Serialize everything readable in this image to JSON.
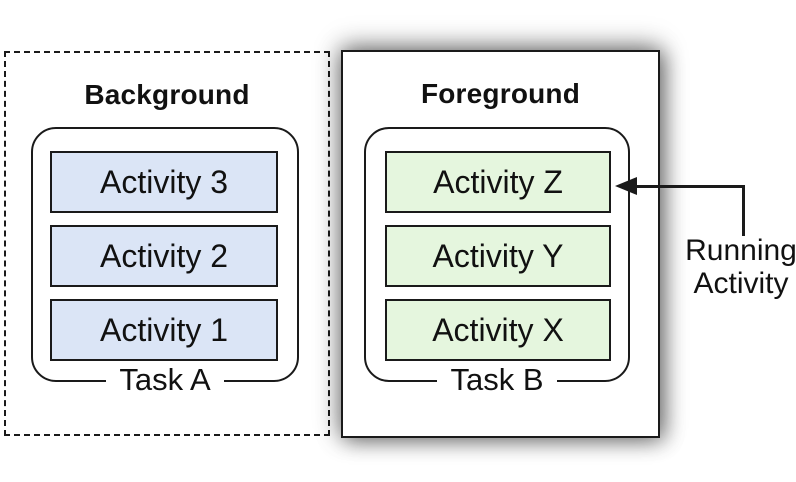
{
  "diagram": {
    "background_panel": {
      "title": "Background",
      "task_label": "Task A",
      "activities": [
        "Activity 3",
        "Activity 2",
        "Activity 1"
      ],
      "activity_fill": "#dbe5f6",
      "border_style": "dashed"
    },
    "foreground_panel": {
      "title": "Foreground",
      "task_label": "Task B",
      "activities": [
        "Activity Z",
        "Activity Y",
        "Activity X"
      ],
      "activity_fill": "#e5f6de",
      "border_style": "solid-with-shadow"
    },
    "annotation": {
      "lines": [
        "Running",
        "Activity"
      ],
      "points_to": "Activity Z"
    },
    "colors": {
      "line": "#1a1a1a",
      "background_activity_fill": "#dbe5f6",
      "foreground_activity_fill": "#e5f6de",
      "canvas": "#ffffff"
    }
  }
}
